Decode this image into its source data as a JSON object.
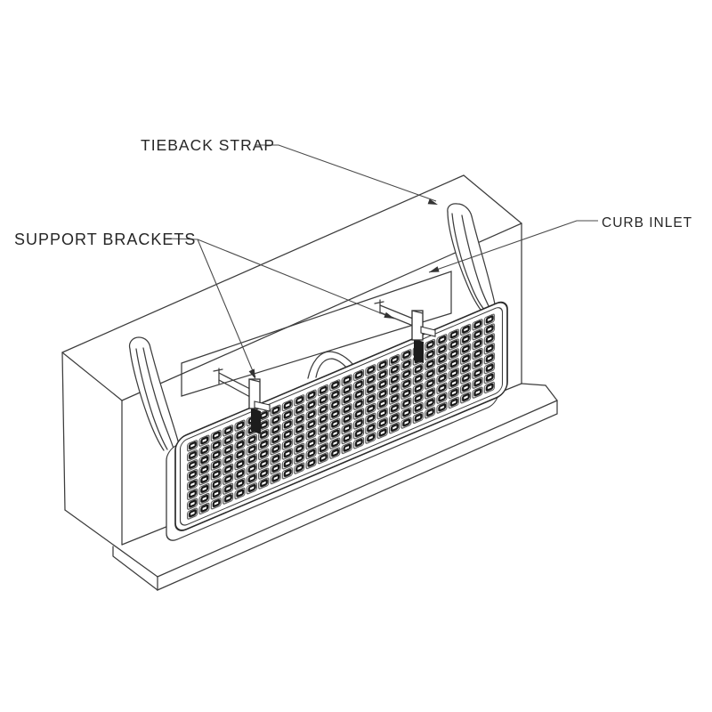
{
  "diagram": {
    "kind": "curb-inlet-filter-technical-illustration",
    "labels": {
      "tieback_strap": "TIEBACK STRAP",
      "support_brackets": "SUPPORT BRACKETS",
      "curb_inlet": "CURB INLET"
    },
    "colors": {
      "background": "#ffffff",
      "line": "#3c3c3c",
      "leader": "#4a4a4a",
      "text": "#262626",
      "perforation_dark": "#151515"
    }
  }
}
